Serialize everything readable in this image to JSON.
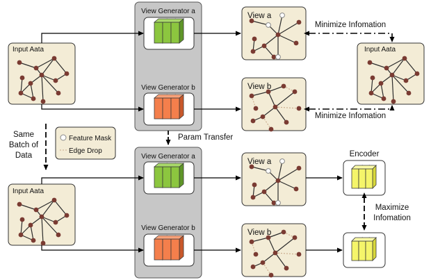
{
  "panels": {
    "input_top": "Input Aata",
    "input_right": "Input Aata",
    "input_bottom": "Input Aata",
    "gen_a_top": "View Generator a",
    "gen_b_top": "View Generator b",
    "gen_a_bottom": "View Generator a",
    "gen_b_bottom": "View Generator b",
    "view_a_top": "View a",
    "view_b_top": "View b",
    "view_a_bottom": "View a",
    "view_b_bottom": "View b",
    "encoder": "Encoder"
  },
  "arrows": {
    "minimize_top": "Minimize Infomation",
    "minimize_bottom": "Minimize Infomation",
    "param_transfer": "Param Transfer",
    "same_batch_1": "Same",
    "same_batch_2": "Batch of",
    "same_batch_3": "Data",
    "maximize_1": "Maximize",
    "maximize_2": "Infomation"
  },
  "legend": {
    "feature_mask": "Feature Mask",
    "edge_drop": "Edge Drop"
  },
  "colors": {
    "panel_fill": "#f3ecd6",
    "generator_fill": "#c7c7c7",
    "green_block": "#8cc63f",
    "orange_block": "#f47f4c",
    "yellow_block": "#f5f56a",
    "node": "#7a3b32"
  }
}
